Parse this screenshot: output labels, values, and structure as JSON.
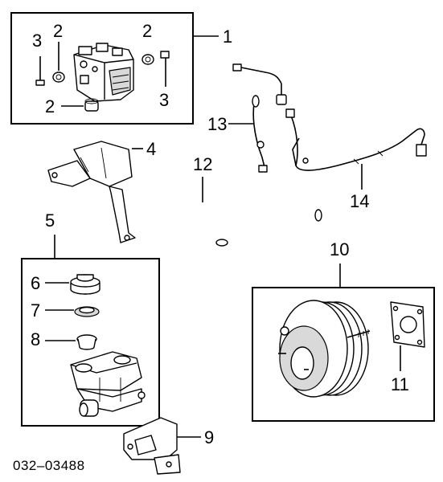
{
  "diagram": {
    "code": "032–03488",
    "callouts": {
      "c1": "1",
      "c2a": "2",
      "c2b": "2",
      "c2c": "2",
      "c3a": "3",
      "c3b": "3",
      "c4": "4",
      "c5": "5",
      "c6": "6",
      "c7": "7",
      "c8": "8",
      "c9": "9",
      "c10": "10",
      "c11": "11",
      "c12": "12",
      "c13": "13",
      "c14": "14"
    }
  }
}
